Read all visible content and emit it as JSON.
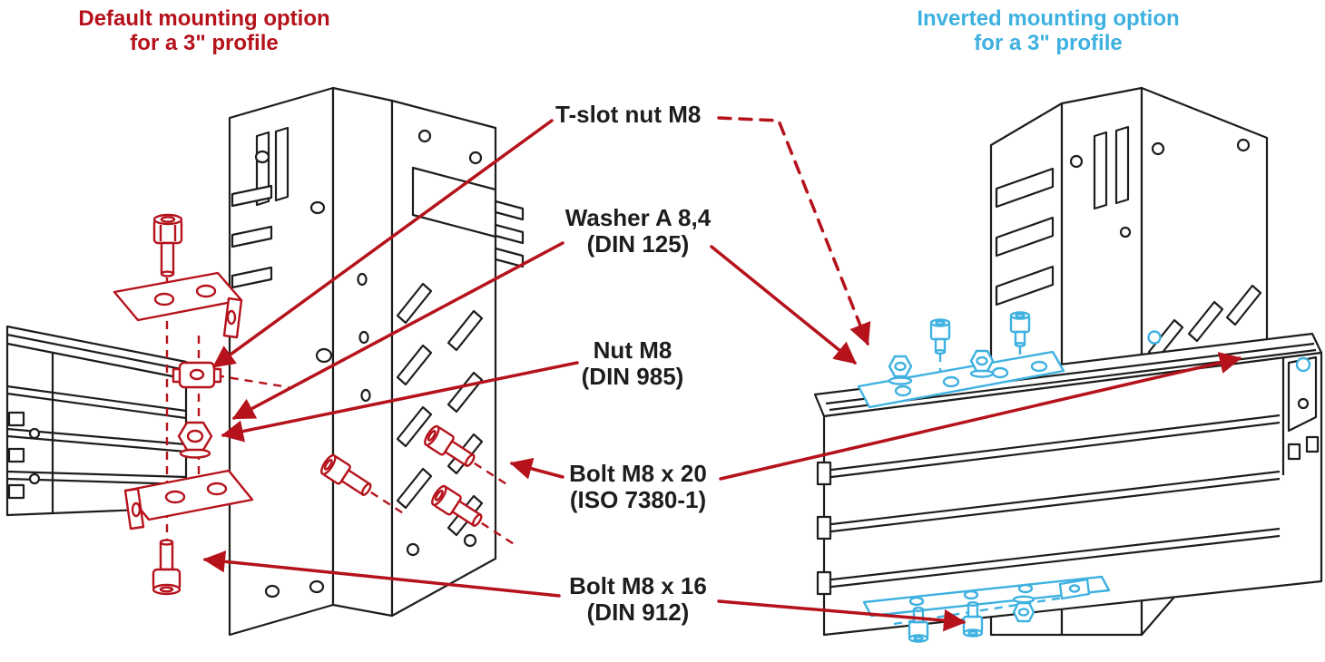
{
  "titles": {
    "left": {
      "line1": "Default mounting option",
      "line2": "for a 3\" profile",
      "color": "#b5121b"
    },
    "right": {
      "line1": "Inverted mounting option",
      "line2": "for a 3\" profile",
      "color": "#3eb1e0"
    }
  },
  "part_labels": {
    "tslot_nut": {
      "line1": "T-slot nut M8",
      "line2": ""
    },
    "washer": {
      "line1": "Washer A 8,4",
      "line2": "(DIN 125)"
    },
    "nut": {
      "line1": "Nut M8",
      "line2": "(DIN 985)"
    },
    "bolt_m8x20": {
      "line1": "Bolt M8 x 20",
      "line2": "(ISO 7380-1)"
    },
    "bolt_m8x16": {
      "line1": "Bolt M8 x 16",
      "line2": "(DIN 912)"
    }
  },
  "colors": {
    "default_option_red": "#b5121b",
    "inverted_option_cyan": "#3eb1e0",
    "line_art_black": "#1d1d1b",
    "background": "#ffffff"
  }
}
